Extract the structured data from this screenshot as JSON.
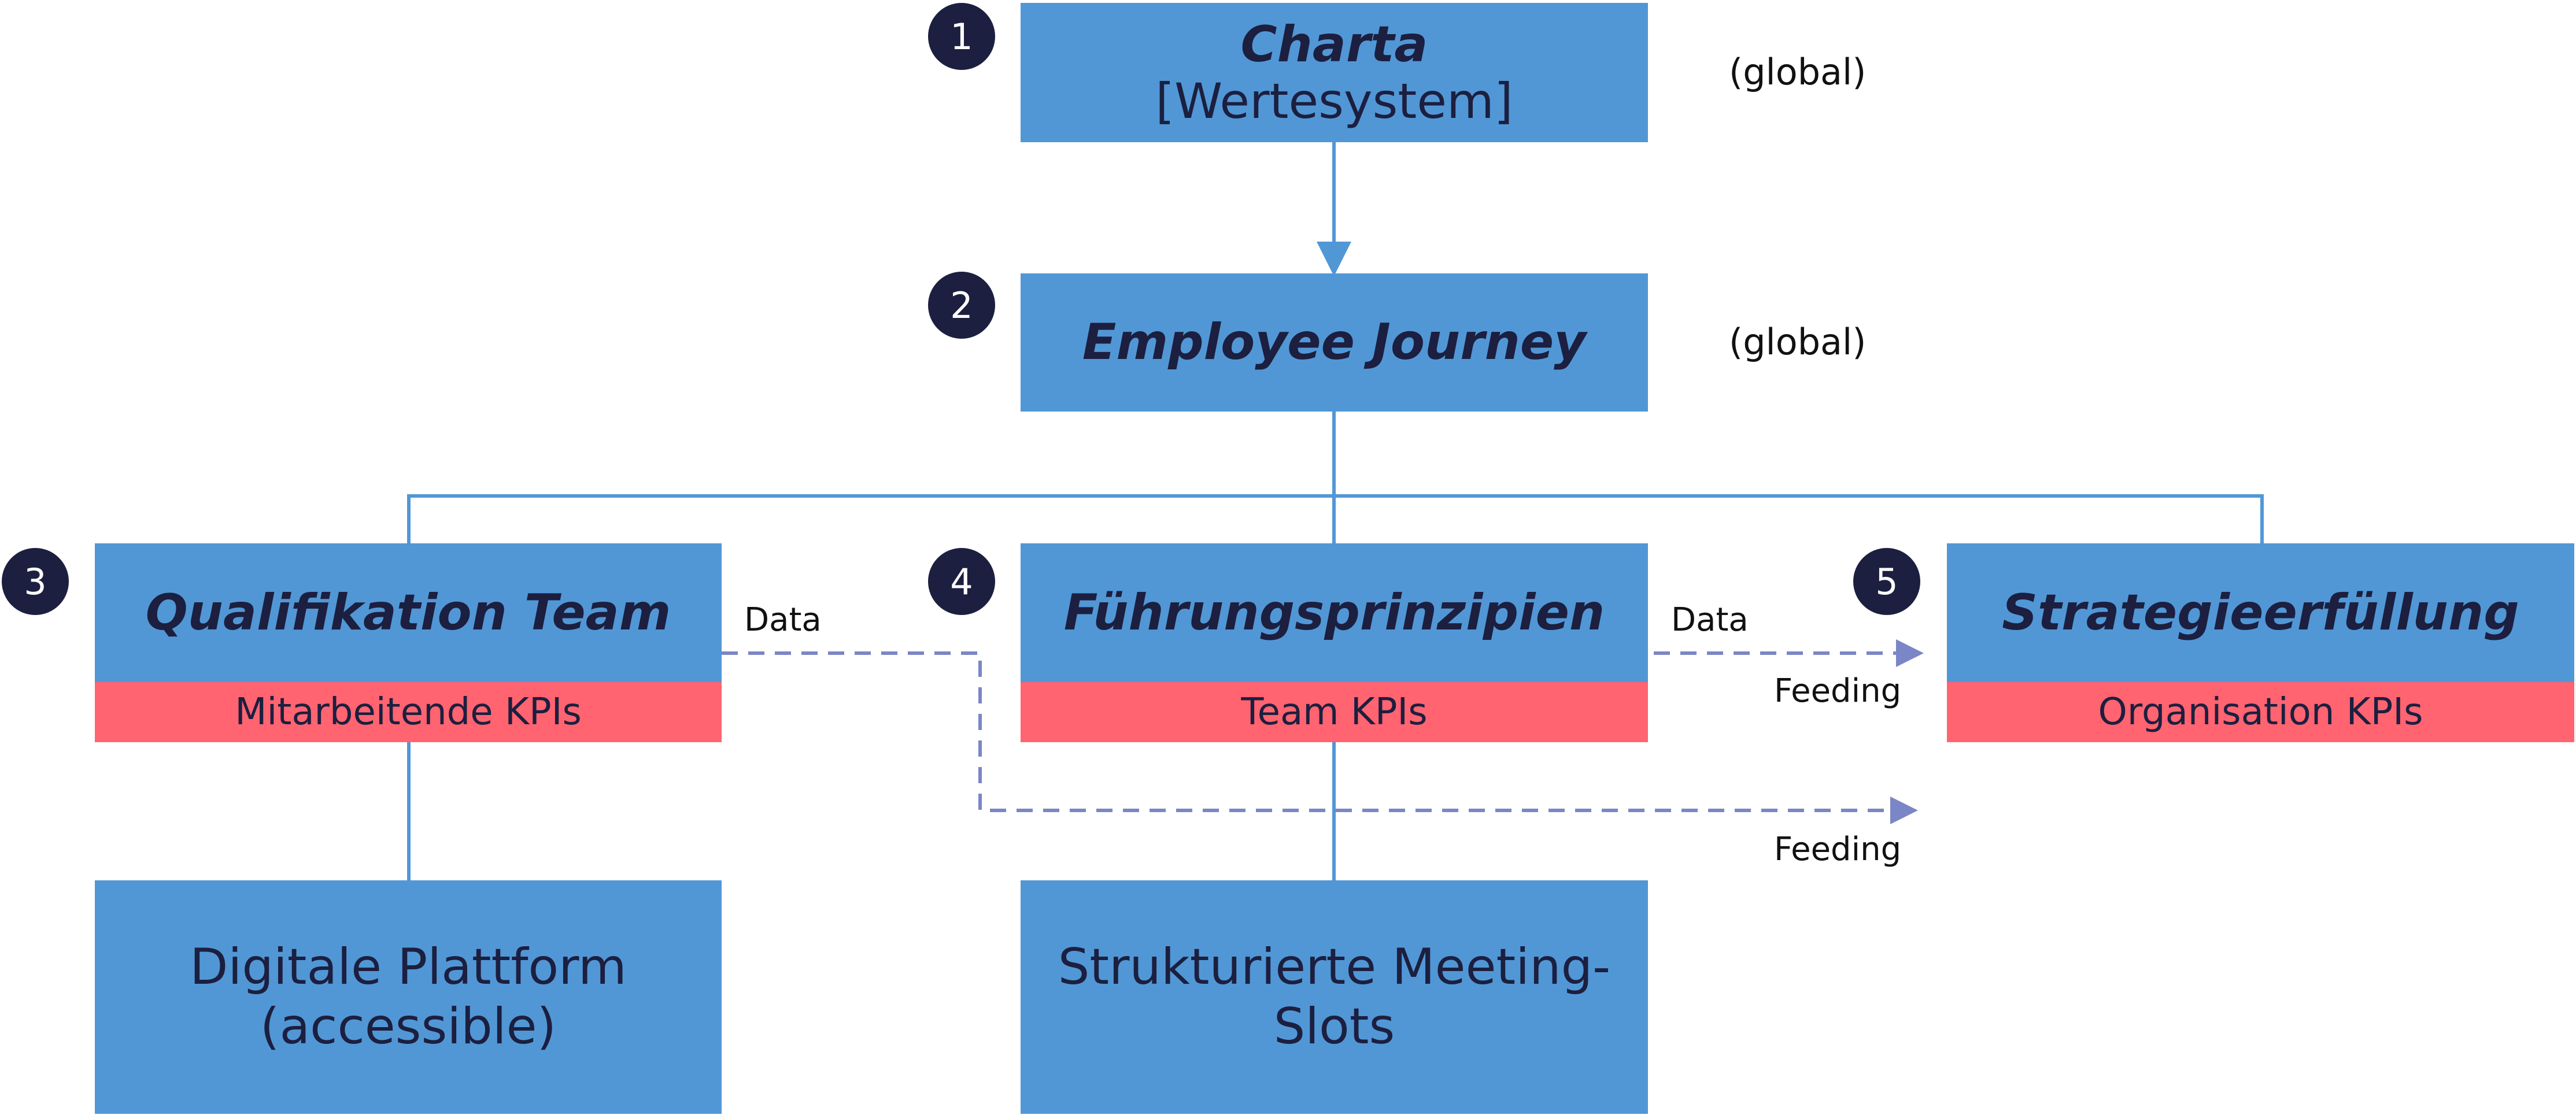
{
  "nodes": {
    "charta": {
      "badge": "1",
      "title": "Charta",
      "subtitle": "[Wertesystem]",
      "scope": "(global)"
    },
    "journey": {
      "badge": "2",
      "title": "Employee Journey",
      "scope": "(global)"
    },
    "qualifikation": {
      "badge": "3",
      "title": "Qualifikation Team",
      "kpi": "Mitarbeitende KPIs"
    },
    "fuehrung": {
      "badge": "4",
      "title": "Führungsprinzipien",
      "kpi": "Team KPIs"
    },
    "strategie": {
      "badge": "5",
      "title": "Strategieerfüllung",
      "kpi": "Organisation KPIs"
    },
    "plattform": {
      "line1": "Digitale Plattform",
      "line2": "(accessible)"
    },
    "meeting": {
      "line1": "Strukturierte Meeting-",
      "line2": "Slots"
    }
  },
  "flows": {
    "qualifikation_data": "Data",
    "fuehrung_data": "Data",
    "feeding_upper": "Feeding",
    "feeding_lower": "Feeding"
  },
  "colors": {
    "box": "#5197d6",
    "kpi_bar": "#ff6470",
    "badge": "#1c1f3f",
    "solid_line": "#5197d6",
    "dashed_line": "#7b86c6"
  }
}
